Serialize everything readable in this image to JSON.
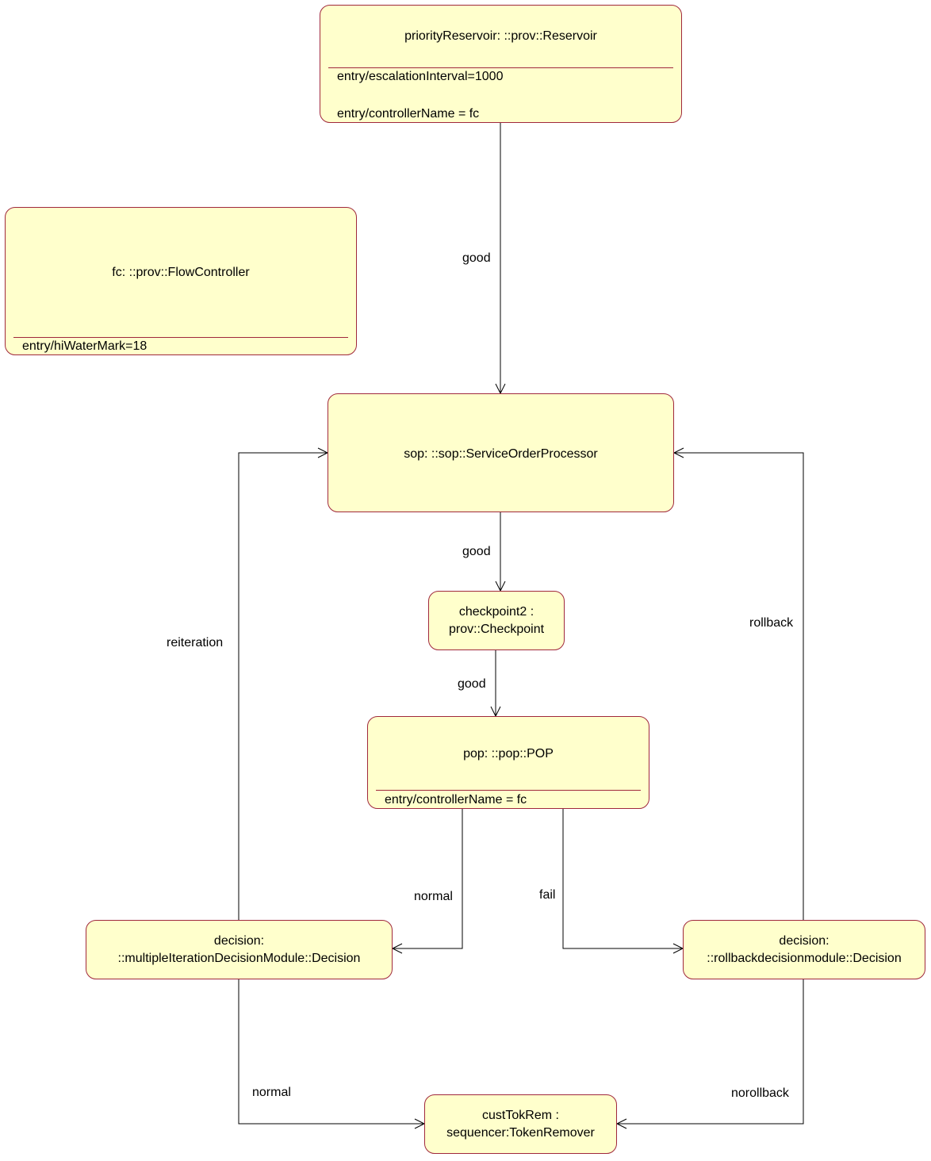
{
  "nodes": {
    "priority_reservoir": {
      "title": "priorityReservoir: ::prov::Reservoir",
      "entries": [
        "entry/escalationInterval=1000",
        "entry/controllerName = fc"
      ]
    },
    "flow_controller": {
      "title": "fc: ::prov::FlowController",
      "entries": [
        "entry/hiWaterMark=18"
      ]
    },
    "service_order_processor": {
      "title": "sop: ::sop::ServiceOrderProcessor"
    },
    "checkpoint": {
      "title": "checkpoint2 :\nprov::Checkpoint"
    },
    "pop": {
      "title": "pop: ::pop::POP",
      "entries": [
        "entry/controllerName = fc"
      ]
    },
    "iteration_decision": {
      "title": "decision:\n::multipleIterationDecisionModule::Decision"
    },
    "rollback_decision": {
      "title": "decision:\n::rollbackdecisionmodule::Decision"
    },
    "token_remover": {
      "title": "custTokRem :\nsequencer:TokenRemover"
    }
  },
  "edges": {
    "reservoir_to_sop": "good",
    "sop_to_checkpoint": "good",
    "checkpoint_to_pop": "good",
    "pop_to_iteration": "normal",
    "pop_to_rollback": "fail",
    "iteration_to_sop": "reiteration",
    "rollback_to_sop": "rollback",
    "iteration_to_remover": "normal",
    "rollback_to_remover": "norollback"
  }
}
